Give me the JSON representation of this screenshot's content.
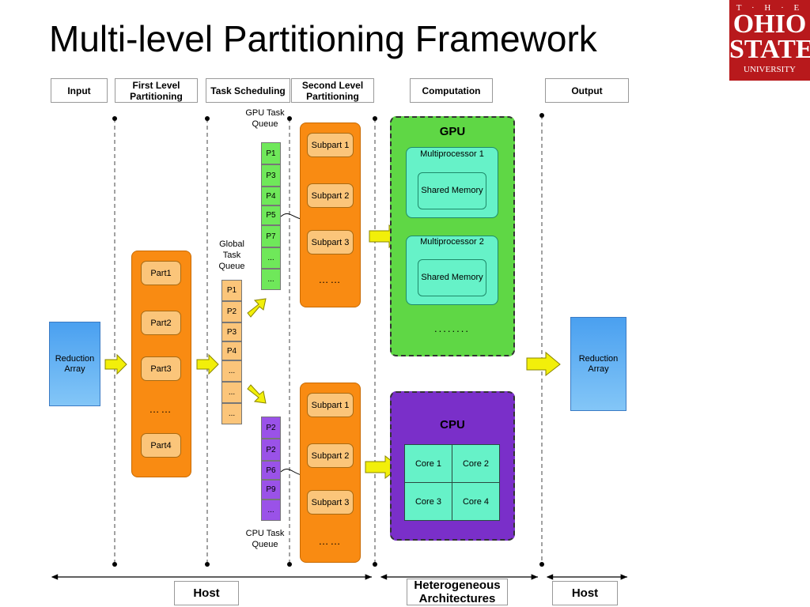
{
  "title": "Multi-level Partitioning Framework",
  "logo": {
    "line1": "T · H · E",
    "line2": "OHIO",
    "line3": "STATE",
    "line4": "UNIVERSITY"
  },
  "headers": {
    "input": "Input",
    "first_level": "First Level Partitioning",
    "task_scheduling": "Task Scheduling",
    "second_level": "Second Level Partitioning",
    "computation": "Computation",
    "output": "Output"
  },
  "input_array": "Reduction Array",
  "output_array": "Reduction Array",
  "parts": [
    "Part1",
    "Part2",
    "Part3",
    "……",
    "Part4"
  ],
  "global_queue": {
    "label": "Global Task Queue",
    "items": [
      "P1",
      "P2",
      "P3",
      "P4",
      "...",
      "...",
      "..."
    ]
  },
  "gpu_queue": {
    "label": "GPU Task Queue",
    "items": [
      "P1",
      "P3",
      "P4",
      "P5",
      "P7",
      "...",
      "..."
    ]
  },
  "cpu_queue": {
    "label": "CPU Task Queue",
    "items": [
      "P2",
      "P2",
      "P6",
      "P9",
      "..."
    ]
  },
  "gpu_subparts": [
    "Subpart 1",
    "Subpart 2",
    "Subpart 3",
    "……"
  ],
  "cpu_subparts": [
    "Subpart 1",
    "Subpart 2",
    "Subpart 3",
    "……"
  ],
  "gpu": {
    "label": "GPU",
    "mp1": "Multiprocessor 1",
    "mp2": "Multiprocessor 2",
    "shared_memory": "Shared Memory",
    "more": "........"
  },
  "cpu": {
    "label": "CPU",
    "cores": [
      "Core 1",
      "Core 2",
      "Core 3",
      "Core 4"
    ]
  },
  "footers": {
    "host_left": "Host",
    "hetero": "Heterogeneous Architectures",
    "host_right": "Host"
  },
  "colors": {
    "orange": "#f98b12",
    "pill": "#fbc57a",
    "gpu_queue": "#6fe85a",
    "cpu_queue": "#9a52e8",
    "global_queue": "#fbc57a",
    "gpu": "#5fd745",
    "cpu": "#7a2fc9",
    "teal": "#66f2c8",
    "arrow": "#f2ef0a",
    "logo": "#b8191c"
  }
}
